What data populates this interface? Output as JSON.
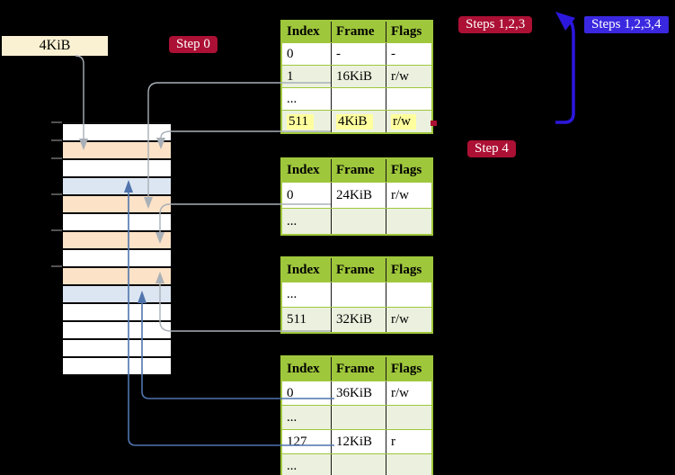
{
  "colors": {
    "background": "#000000",
    "table_header_green": "#9FC73C",
    "table_shaded_row": "#EBF1DE",
    "highlight_yellow": "#FFFF9E",
    "label_cream": "#FAF0D2",
    "frame_row_peach": "#FCE2C7",
    "target_row_blue": "#DCE6F2",
    "gray_arrow": "#A9B0B7",
    "blue_arrow": "#4F74AD",
    "badge_red": "#AC1034",
    "badge_blue": "#3A28E0",
    "big_arrow_blue": "#2C17DC"
  },
  "labels": {
    "page_size_label": "4KiB",
    "step0_badge": "Step 0",
    "steps123_badge": "Steps 1,2,3",
    "steps1234_badge": "Steps 1,2,3,4",
    "step4_badge": "Step 4"
  },
  "memory_column": {
    "row_types": [
      "plain",
      "frame",
      "plain",
      "target",
      "frame",
      "plain",
      "frame",
      "plain",
      "frame",
      "target",
      "plain",
      "plain",
      "plain",
      "plain"
    ]
  },
  "page_tables": [
    {
      "id": "level-table-1",
      "headers": [
        "Index",
        "Frame",
        "Flags"
      ],
      "rows": [
        {
          "cells": [
            "0",
            "-",
            "-"
          ],
          "shaded": false,
          "highlight": false
        },
        {
          "cells": [
            "1",
            "16KiB",
            "r/w"
          ],
          "shaded": true,
          "highlight": false
        },
        {
          "cells": [
            "...",
            "",
            ""
          ],
          "shaded": false,
          "highlight": false
        },
        {
          "cells": [
            "511",
            "4KiB",
            "r/w"
          ],
          "shaded": true,
          "highlight": true
        }
      ]
    },
    {
      "id": "level-table-2",
      "headers": [
        "Index",
        "Frame",
        "Flags"
      ],
      "rows": [
        {
          "cells": [
            "0",
            "24KiB",
            "r/w"
          ],
          "shaded": false,
          "highlight": false
        },
        {
          "cells": [
            "...",
            "",
            ""
          ],
          "shaded": true,
          "highlight": false
        }
      ]
    },
    {
      "id": "level-table-3",
      "headers": [
        "Index",
        "Frame",
        "Flags"
      ],
      "rows": [
        {
          "cells": [
            "...",
            "",
            ""
          ],
          "shaded": false,
          "highlight": false
        },
        {
          "cells": [
            "511",
            "32KiB",
            "r/w"
          ],
          "shaded": true,
          "highlight": false
        }
      ]
    },
    {
      "id": "level-table-4",
      "headers": [
        "Index",
        "Frame",
        "Flags"
      ],
      "rows": [
        {
          "cells": [
            "0",
            "36KiB",
            "r/w"
          ],
          "shaded": false,
          "highlight": false
        },
        {
          "cells": [
            "...",
            "",
            ""
          ],
          "shaded": true,
          "highlight": false
        },
        {
          "cells": [
            "127",
            "12KiB",
            "r"
          ],
          "shaded": false,
          "highlight": false
        },
        {
          "cells": [
            "...",
            "",
            ""
          ],
          "shaded": true,
          "highlight": false
        }
      ]
    }
  ]
}
